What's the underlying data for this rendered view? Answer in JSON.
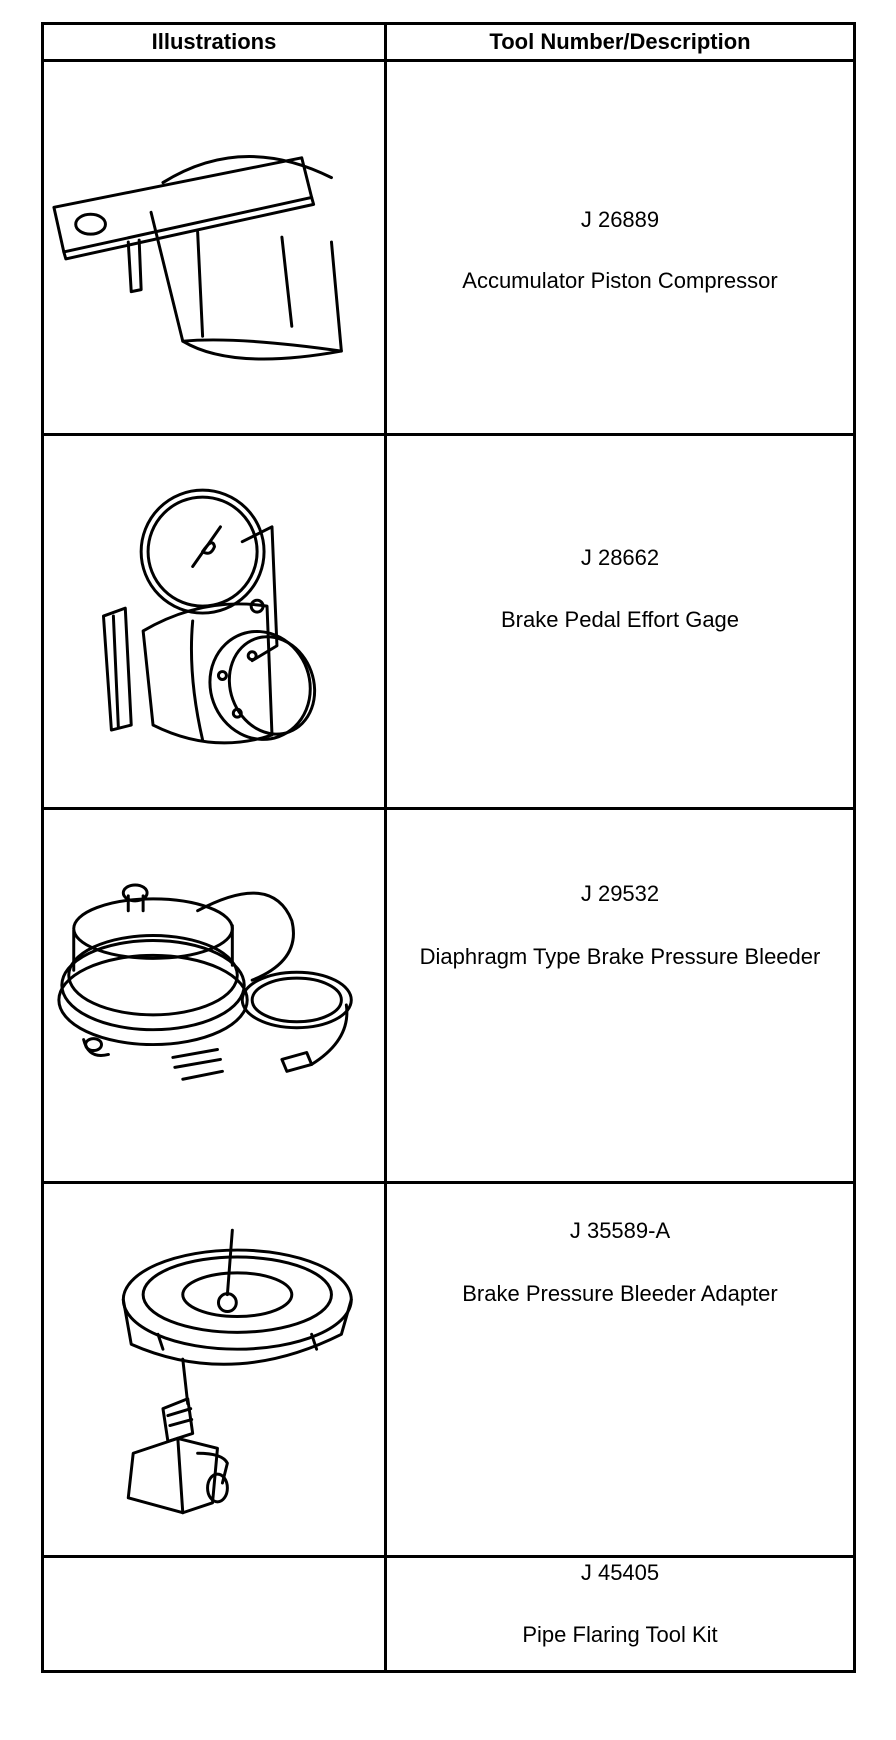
{
  "table": {
    "headers": {
      "illustrations": "Illustrations",
      "tool": "Tool Number/Description"
    },
    "rows": [
      {
        "number": "J 26889",
        "description": "Accumulator Piston Compressor",
        "illustration": "accumulator-piston-compressor-illustration"
      },
      {
        "number": "J 28662",
        "description": "Brake Pedal Effort Gage",
        "illustration": "brake-pedal-effort-gage-illustration"
      },
      {
        "number": "J 29532",
        "description": "Diaphragm Type Brake Pressure Bleeder",
        "illustration": "brake-pressure-bleeder-illustration"
      },
      {
        "number": "J 35589-A",
        "description": "Brake Pressure Bleeder Adapter",
        "illustration": "bleeder-adapter-illustration"
      },
      {
        "number": "J 45405",
        "description": "Pipe Flaring Tool Kit",
        "illustration": ""
      }
    ]
  }
}
